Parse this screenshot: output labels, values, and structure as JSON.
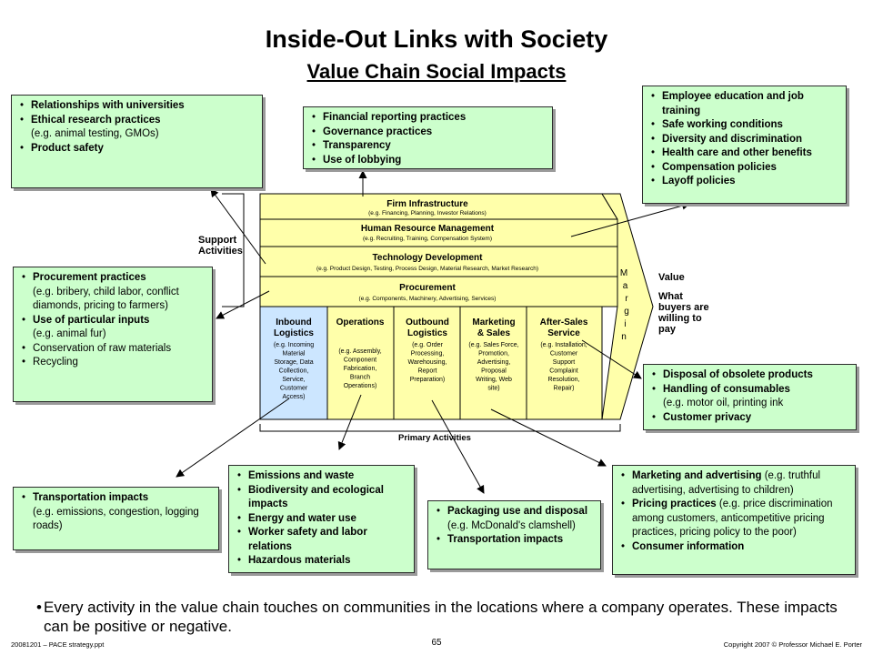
{
  "slide": {
    "title": "Inside-Out Links with Society",
    "subtitle": "Value Chain Social Impacts"
  },
  "boxes": {
    "top_left": [
      {
        "bold": "Relationships with universities",
        "rest": "",
        "sub": ""
      },
      {
        "bold": "Ethical research practices",
        "rest": "",
        "sub": "(e.g. animal testing, GMOs)"
      },
      {
        "bold": "Product safety",
        "rest": "",
        "sub": ""
      }
    ],
    "top_middle": [
      {
        "bold": "Financial reporting practices",
        "rest": "",
        "sub": ""
      },
      {
        "bold": "Governance practices",
        "rest": "",
        "sub": ""
      },
      {
        "bold": "Transparency",
        "rest": "",
        "sub": ""
      },
      {
        "bold": "Use of lobbying",
        "rest": "",
        "sub": ""
      }
    ],
    "top_right": [
      {
        "bold": "Employee education and job training",
        "rest": "",
        "sub": ""
      },
      {
        "bold": "Safe working conditions",
        "rest": "",
        "sub": ""
      },
      {
        "bold": "Diversity and discrimination",
        "rest": "",
        "sub": ""
      },
      {
        "bold": "Health care and other benefits",
        "rest": "",
        "sub": ""
      },
      {
        "bold": "Compensation policies",
        "rest": "",
        "sub": ""
      },
      {
        "bold": "Layoff policies",
        "rest": "",
        "sub": ""
      }
    ],
    "mid_left": [
      {
        "bold": "Procurement practices",
        "rest": "",
        "sub": "(e.g. bribery, child labor, conflict diamonds, pricing to farmers)"
      },
      {
        "bold": "Use of particular inputs",
        "rest": "",
        "sub": "(e.g. animal fur)"
      },
      {
        "bold": "",
        "rest": "Conservation of raw materials",
        "sub": ""
      },
      {
        "bold": "",
        "rest": "Recycling",
        "sub": ""
      }
    ],
    "mid_right": [
      {
        "bold": "Disposal of obsolete products",
        "rest": "",
        "sub": ""
      },
      {
        "bold": "Handling of consumables",
        "rest": "",
        "sub": "(e.g. motor oil, printing ink"
      },
      {
        "bold": "Customer privacy",
        "rest": "",
        "sub": ""
      }
    ],
    "bottom_1": [
      {
        "bold": "Transportation impacts",
        "rest": "",
        "sub": "(e.g. emissions, congestion, logging roads)"
      }
    ],
    "bottom_2": [
      {
        "bold": "Emissions and waste",
        "rest": "",
        "sub": ""
      },
      {
        "bold": "Biodiversity and ecological impacts",
        "rest": "",
        "sub": ""
      },
      {
        "bold": "Energy and water use",
        "rest": "",
        "sub": ""
      },
      {
        "bold": "Worker safety and labor relations",
        "rest": "",
        "sub": ""
      },
      {
        "bold": "Hazardous materials",
        "rest": "",
        "sub": ""
      }
    ],
    "bottom_3": [
      {
        "bold": "Packaging use and disposal",
        "rest": "",
        "sub": "(e.g. McDonald's clamshell)"
      },
      {
        "bold": "Transportation impacts",
        "rest": "",
        "sub": ""
      }
    ],
    "bottom_4": [
      {
        "bold": "Marketing and advertising",
        "rest": " (e.g. truthful advertising, advertising to children)",
        "sub": ""
      },
      {
        "bold": "Pricing practices",
        "rest": " (e.g. price discrimination among customers, anticompetitive pricing practices, pricing policy to the poor)",
        "sub": ""
      },
      {
        "bold": "Consumer information",
        "rest": "",
        "sub": ""
      }
    ]
  },
  "value_chain": {
    "support_label_1": "Support",
    "support_label_2": "Activities",
    "primary_label": "Primary Activities",
    "support_rows": [
      {
        "title": "Firm Infrastructure",
        "sub": "(e.g. Financing, Planning, Investor Relations)"
      },
      {
        "title": "Human Resource Management",
        "sub": "(e.g. Recruiting, Training, Compensation System)"
      },
      {
        "title": "Technology Development",
        "sub": "(e.g. Product Design, Testing, Process Design, Material Research, Market Research)"
      },
      {
        "title": "Procurement",
        "sub": "(e.g. Components, Machinery, Advertising, Services)"
      }
    ],
    "primary_cols": [
      {
        "title1": "Inbound",
        "title2": "Logistics",
        "sub": [
          "(e.g. Incoming",
          "Material",
          "Storage, Data",
          "Collection,",
          "Service,",
          "Customer",
          "Access)"
        ]
      },
      {
        "title1": "Operations",
        "title2": "",
        "sub": [
          "(e.g. Assembly,",
          "Component",
          "Fabrication,",
          "Branch",
          "Operations)"
        ]
      },
      {
        "title1": "Outbound",
        "title2": "Logistics",
        "sub": [
          "(e.g. Order",
          "Processing,",
          "Warehousing,",
          "Report",
          "Preparation)"
        ]
      },
      {
        "title1": "Marketing",
        "title2": "& Sales",
        "sub": [
          "(e.g. Sales Force,",
          "Promotion,",
          "Advertising,",
          "Proposal",
          "Writing, Web",
          "site)"
        ]
      },
      {
        "title1": "After-Sales",
        "title2": "Service",
        "sub": [
          "(e.g. Installation,",
          "Customer",
          "Support",
          "Complaint",
          "Resolution,",
          "Repair)"
        ]
      }
    ],
    "margin_letters": [
      "M",
      "a",
      "r",
      "g",
      "i",
      "n"
    ],
    "value_label": "Value",
    "what_buyers_lines": [
      "What",
      "buyers are",
      "willing to",
      "pay"
    ]
  },
  "bottom_bullet": "Every activity in the value chain touches on communities in the locations where a company operates. These impacts can be positive or negative.",
  "footer": {
    "left": "20081201 – PACE strategy.ppt",
    "page": "65",
    "right": "Copyright 2007 © Professor Michael E. Porter"
  },
  "colors": {
    "box_fill": "#ccffcc",
    "support_fill": "#ffffaa",
    "primary_fill": "#cce6ff"
  }
}
